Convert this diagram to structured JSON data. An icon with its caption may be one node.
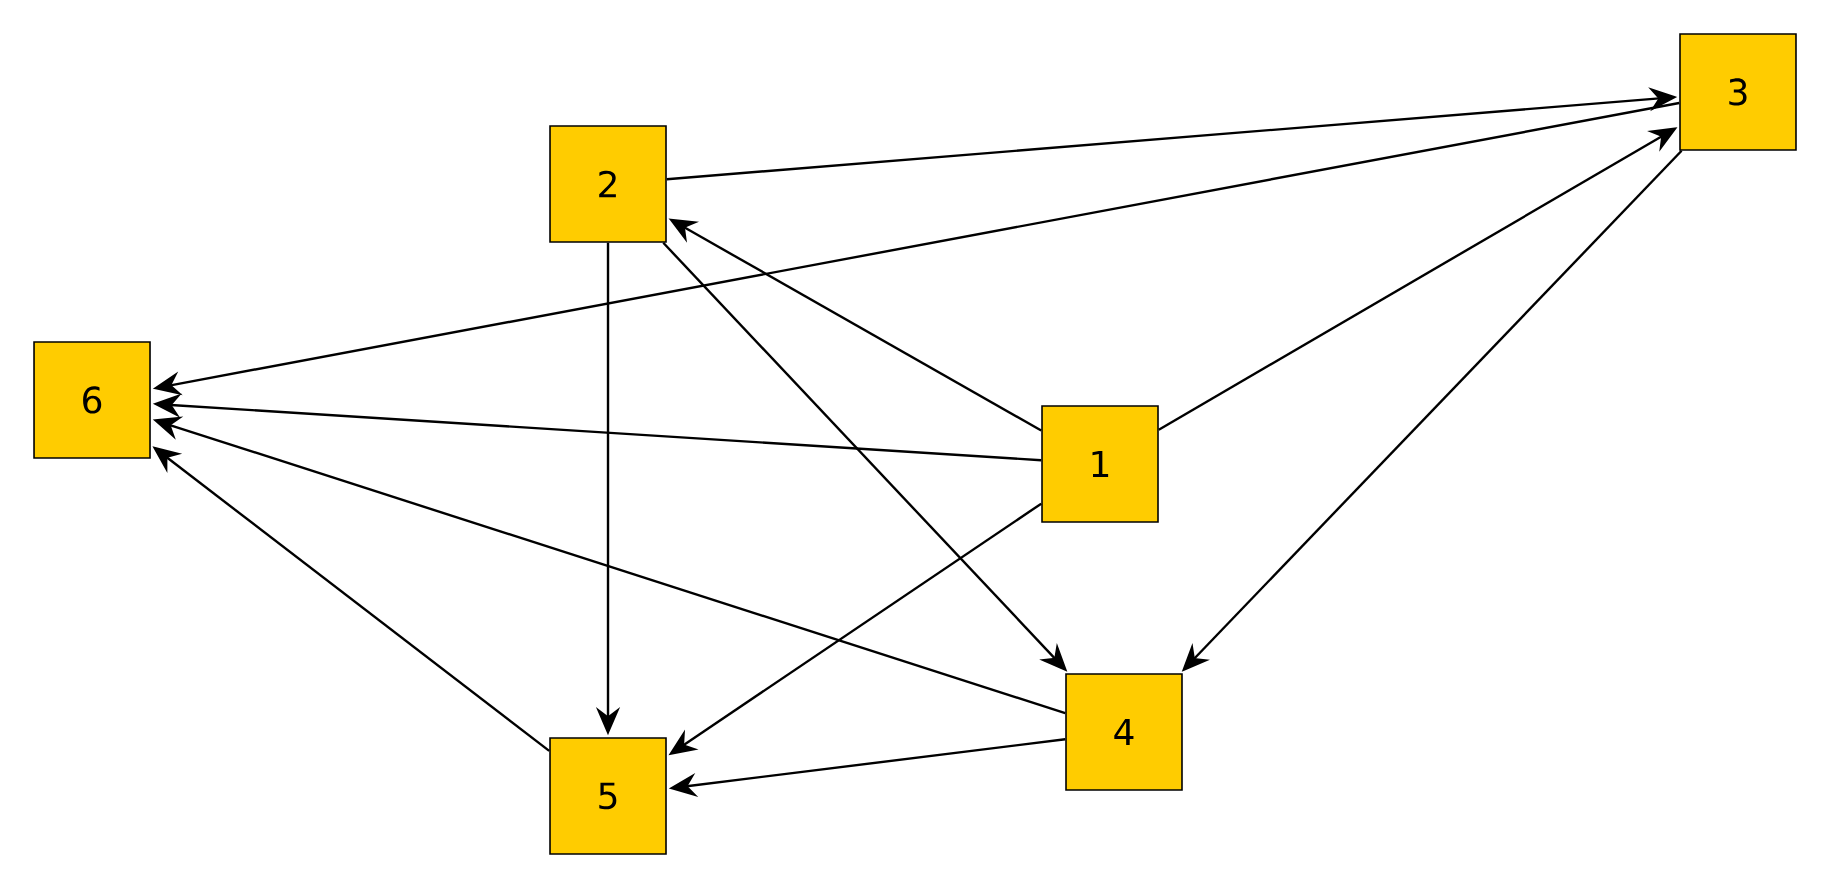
{
  "diagram": {
    "nodes": [
      {
        "text": [
          "1"
        ]
      },
      {
        "text": [
          "2"
        ]
      },
      {
        "text": [
          "3"
        ]
      },
      {
        "text": [
          "4"
        ]
      },
      {
        "text": [
          "5"
        ]
      },
      {
        "text": [
          "6"
        ]
      }
    ],
    "edges": [
      {
        "from": 1,
        "to": 2,
        "arrow": "to"
      },
      {
        "from": 2,
        "to": 5,
        "arrow": "to"
      },
      {
        "from": 0,
        "to": 1,
        "arrow": "to"
      },
      {
        "from": 0,
        "to": 2,
        "arrow": "to"
      },
      {
        "from": 0,
        "to": 5,
        "arrow": "to"
      },
      {
        "from": 0,
        "to": 4,
        "arrow": "to"
      },
      {
        "from": 1,
        "to": 4,
        "arrow": "to"
      },
      {
        "from": 1,
        "to": 3,
        "arrow": "to"
      },
      {
        "from": 2,
        "to": 3,
        "arrow": "to"
      },
      {
        "from": 3,
        "to": 5,
        "arrow": "to"
      },
      {
        "from": 3,
        "to": 4,
        "arrow": "to"
      },
      {
        "from": 4,
        "to": 5,
        "arrow": "to"
      }
    ]
  }
}
